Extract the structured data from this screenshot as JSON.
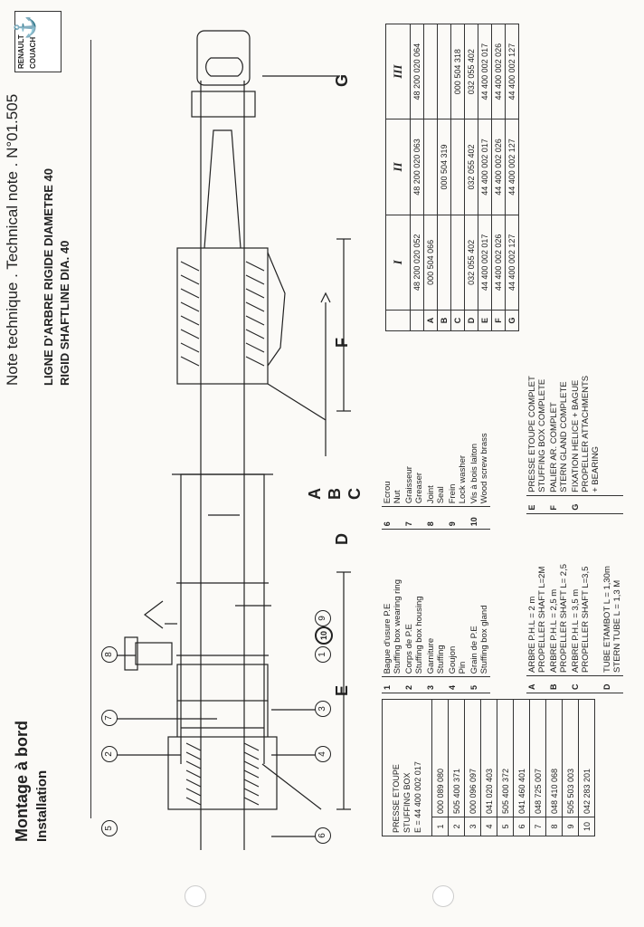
{
  "header": {
    "section_line1": "Montage à bord",
    "section_line2": "Installation",
    "note_title": "Note technique . Technical note . N°01.505",
    "subtitle_fr": "LIGNE D'ARBRE RIGIDE DIAMETRE 40",
    "subtitle_en": "RIGID SHAFTLINE DIA. 40",
    "logo_line1": "RENAULT",
    "logo_line2": "COUACH"
  },
  "diagram": {
    "callouts": [
      "5",
      "2",
      "7",
      "8",
      "3",
      "1",
      "4",
      "6",
      "9",
      "10"
    ],
    "dimension_letters": [
      "E",
      "D",
      "A",
      "B",
      "C",
      "F",
      "G"
    ]
  },
  "parts_table": {
    "header_line1": "PRESSE ETOUPE",
    "header_line2": "STUFFING BOX",
    "header_line3": "E = 44 400 002 017",
    "rows": [
      {
        "n": "1",
        "ref": "000 089 080"
      },
      {
        "n": "2",
        "ref": "505 400 371"
      },
      {
        "n": "3",
        "ref": "000 096 097"
      },
      {
        "n": "4",
        "ref": "041 020 403"
      },
      {
        "n": "5",
        "ref": "505 400 372"
      },
      {
        "n": "6",
        "ref": "041 460 401"
      },
      {
        "n": "7",
        "ref": "048 725 007"
      },
      {
        "n": "8",
        "ref": "048 410 068"
      },
      {
        "n": "9",
        "ref": "505 503 003"
      },
      {
        "n": "10",
        "ref": "042 283 201"
      }
    ]
  },
  "legend_parts": [
    {
      "n": "1",
      "fr": "Bague d'usure P.E",
      "en": "Stuffing box wearing ring"
    },
    {
      "n": "2",
      "fr": "Corps de P.E",
      "en": "Stuffing box housing"
    },
    {
      "n": "3",
      "fr": "Garniture",
      "en": "Stuffing"
    },
    {
      "n": "4",
      "fr": "Goujon",
      "en": "Pin"
    },
    {
      "n": "5",
      "fr": "Grain de P.E",
      "en": "Stuffing box gland"
    },
    {
      "n": "6",
      "fr": "Ecrou",
      "en": "Nut"
    },
    {
      "n": "7",
      "fr": "Graisseur",
      "en": "Greaser"
    },
    {
      "n": "8",
      "fr": "Joint",
      "en": "Seal"
    },
    {
      "n": "9",
      "fr": "Frein",
      "en": "Lock washer"
    },
    {
      "n": "10",
      "fr": "Vis à bois laiton",
      "en": "Wood screw brass"
    }
  ],
  "legend_letters": [
    {
      "k": "A",
      "fr": "ARBRE P.H.L = 2 m",
      "en": "PROPELLER SHAFT L=2M"
    },
    {
      "k": "B",
      "fr": "ARBRE P.H.L = 2,5 m",
      "en": "PROPELLER SHAFT L= 2,5"
    },
    {
      "k": "C",
      "fr": "ARBRE P.H.L = 3,5 m",
      "en": "PROPELLER SHAFT L=3,5"
    },
    {
      "k": "D",
      "fr": "TUBE ETAMBOT L = 1,30m",
      "en": "STERN TUBE L = 1,3 M"
    },
    {
      "k": "E",
      "fr": "PRESSE ETOUPE COMPLET",
      "en": "STUFFING BOX COMPLETE"
    },
    {
      "k": "F",
      "fr": "PALIER AR. COMPLET",
      "en": "STERN GLAND COMPLETE"
    },
    {
      "k": "G",
      "fr": "FIXATION HELICE + BAGUE",
      "en": "PROPELLER ATTACHMENTS",
      "en2": "+ BEARING"
    }
  ],
  "version_table": {
    "headers": [
      "I",
      "II",
      "III"
    ],
    "rows": [
      {
        "k": "",
        "v": [
          "48 200 020 052",
          "48 200 020 063",
          "48 200 020 064"
        ]
      },
      {
        "k": "A",
        "v": [
          "000 504 066",
          "",
          ""
        ]
      },
      {
        "k": "B",
        "v": [
          "",
          "000 504 319",
          ""
        ]
      },
      {
        "k": "C",
        "v": [
          "",
          "",
          "000 504 318"
        ]
      },
      {
        "k": "D",
        "v": [
          "032 055 402",
          "032 055 402",
          "032 055 402"
        ]
      },
      {
        "k": "E",
        "v": [
          "44 400 002 017",
          "44 400 002 017",
          "44 400 002 017"
        ]
      },
      {
        "k": "F",
        "v": [
          "44 400 002 026",
          "44 400 002 026",
          "44 400 002 026"
        ]
      },
      {
        "k": "G",
        "v": [
          "44 400 002 127",
          "44 400 002 127",
          "44 400 002 127"
        ]
      }
    ]
  }
}
